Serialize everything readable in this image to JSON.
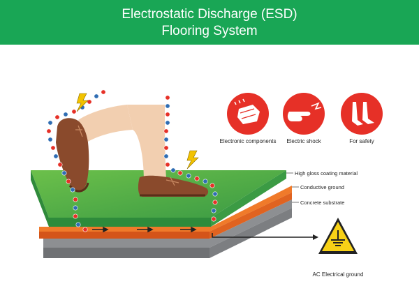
{
  "title": {
    "line1": "Electrostatic Discharge (ESD)",
    "line2": "Flooring System"
  },
  "icons": [
    {
      "label": "Electronic components",
      "icon": "chip-icon"
    },
    {
      "label": "Electric shock",
      "icon": "hand-spark-icon"
    },
    {
      "label": "For safety",
      "icon": "feet-icon"
    }
  ],
  "layers": [
    {
      "label": "High gloss coating material",
      "color": "#43a84a"
    },
    {
      "label": "Conductive ground",
      "color": "#ee6722"
    },
    {
      "label": "Concrete substrate",
      "color": "#a7a9ac"
    }
  ],
  "ground": {
    "label": "AC Electrical ground",
    "sign_color": "#f7d117"
  },
  "colors": {
    "banner": "#19a655",
    "icon_circle": "#e63027",
    "shoe": "#8a4a2c",
    "skin": "#f2cfb0",
    "positive_charge": "#e63027",
    "negative_charge": "#2f6db3",
    "spark": "#f2c200"
  }
}
